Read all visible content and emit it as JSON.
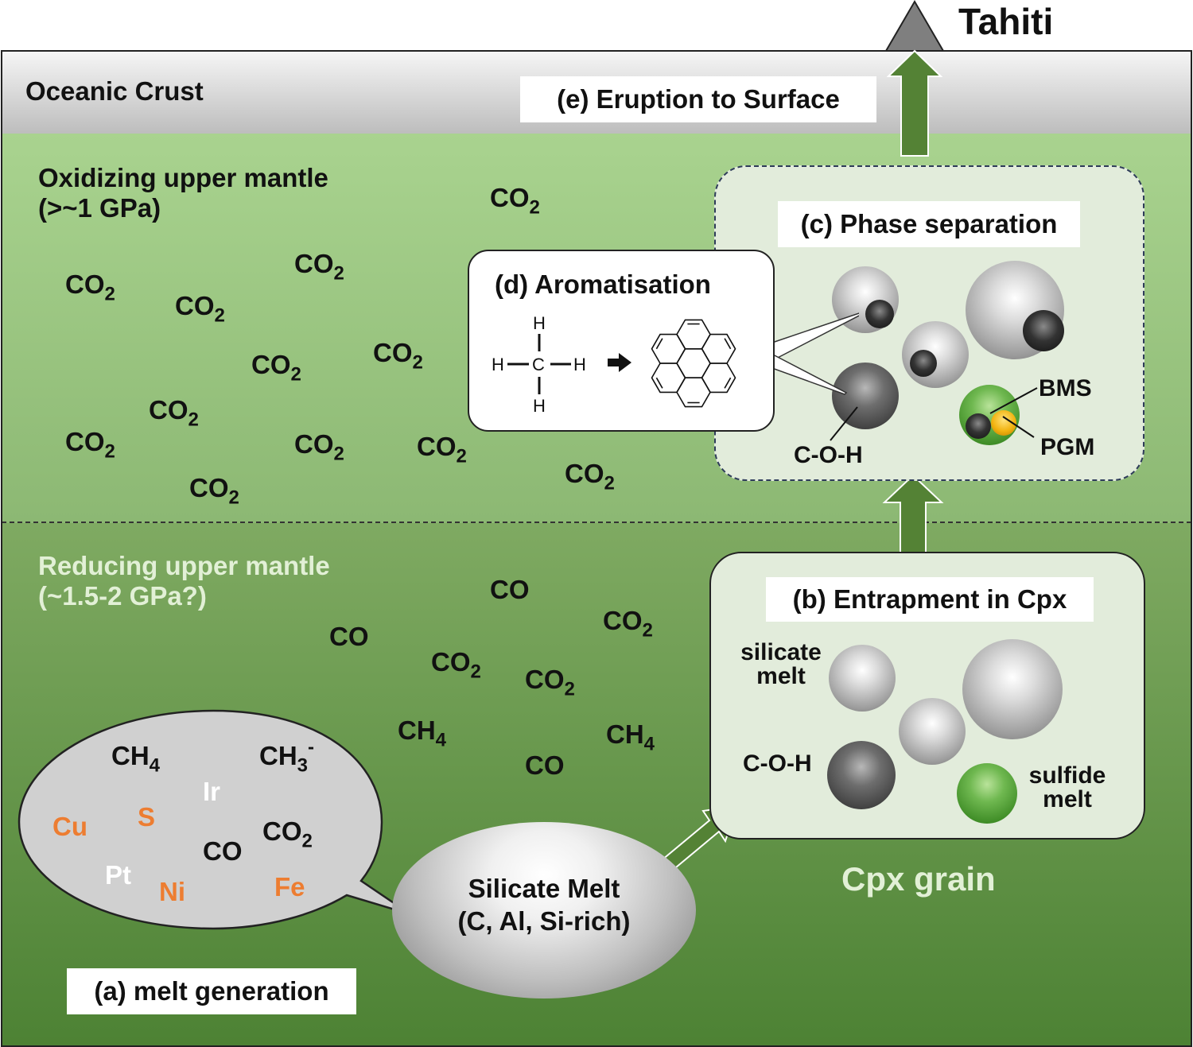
{
  "crust": {
    "label": "Oceanic Crust"
  },
  "surface": {
    "label": "Tahiti"
  },
  "stages": {
    "e": "(e) Eruption to  Surface",
    "c": "(c) Phase separation",
    "d": "(d) Aromatisation",
    "b": "(b) Entrapment in Cpx",
    "a": "(a) melt generation"
  },
  "upper_mantle": {
    "line1": "Oxidizing upper mantle",
    "line2": "(>~1 GPa)"
  },
  "lower_mantle": {
    "line1": "Reducing upper mantle",
    "line2": "(~1.5-2 GPa?)"
  },
  "cpx_grain": "Cpx grain",
  "panel_c": {
    "bms": "BMS",
    "pgm": "PGM",
    "coh": "C-O-H"
  },
  "panel_b": {
    "silicate_1": "silicate",
    "silicate_2": "melt",
    "coh": "C-O-H",
    "sulfide_1": "sulfide",
    "sulfide_2": "melt"
  },
  "molecule": {
    "h": "H",
    "c": "C"
  },
  "melt": {
    "line1": "Silicate Melt",
    "line2": "(C, Al, Si-rich)"
  },
  "gas_species": {
    "co2_base": "CO",
    "co2_sub": "2",
    "co": "CO",
    "ch4_base": "CH",
    "ch4_sub": "4",
    "ch3_base": "CH",
    "ch3_sub": "3",
    "ch3_sup": "-"
  },
  "elements": {
    "cu": "Cu",
    "s": "S",
    "ir": "Ir",
    "pt": "Pt",
    "ni": "Ni",
    "fe": "Fe"
  },
  "colors": {
    "arrow_green": "#548235",
    "element_orange": "#ed7d31",
    "pale_label": "#e2f0d6"
  }
}
